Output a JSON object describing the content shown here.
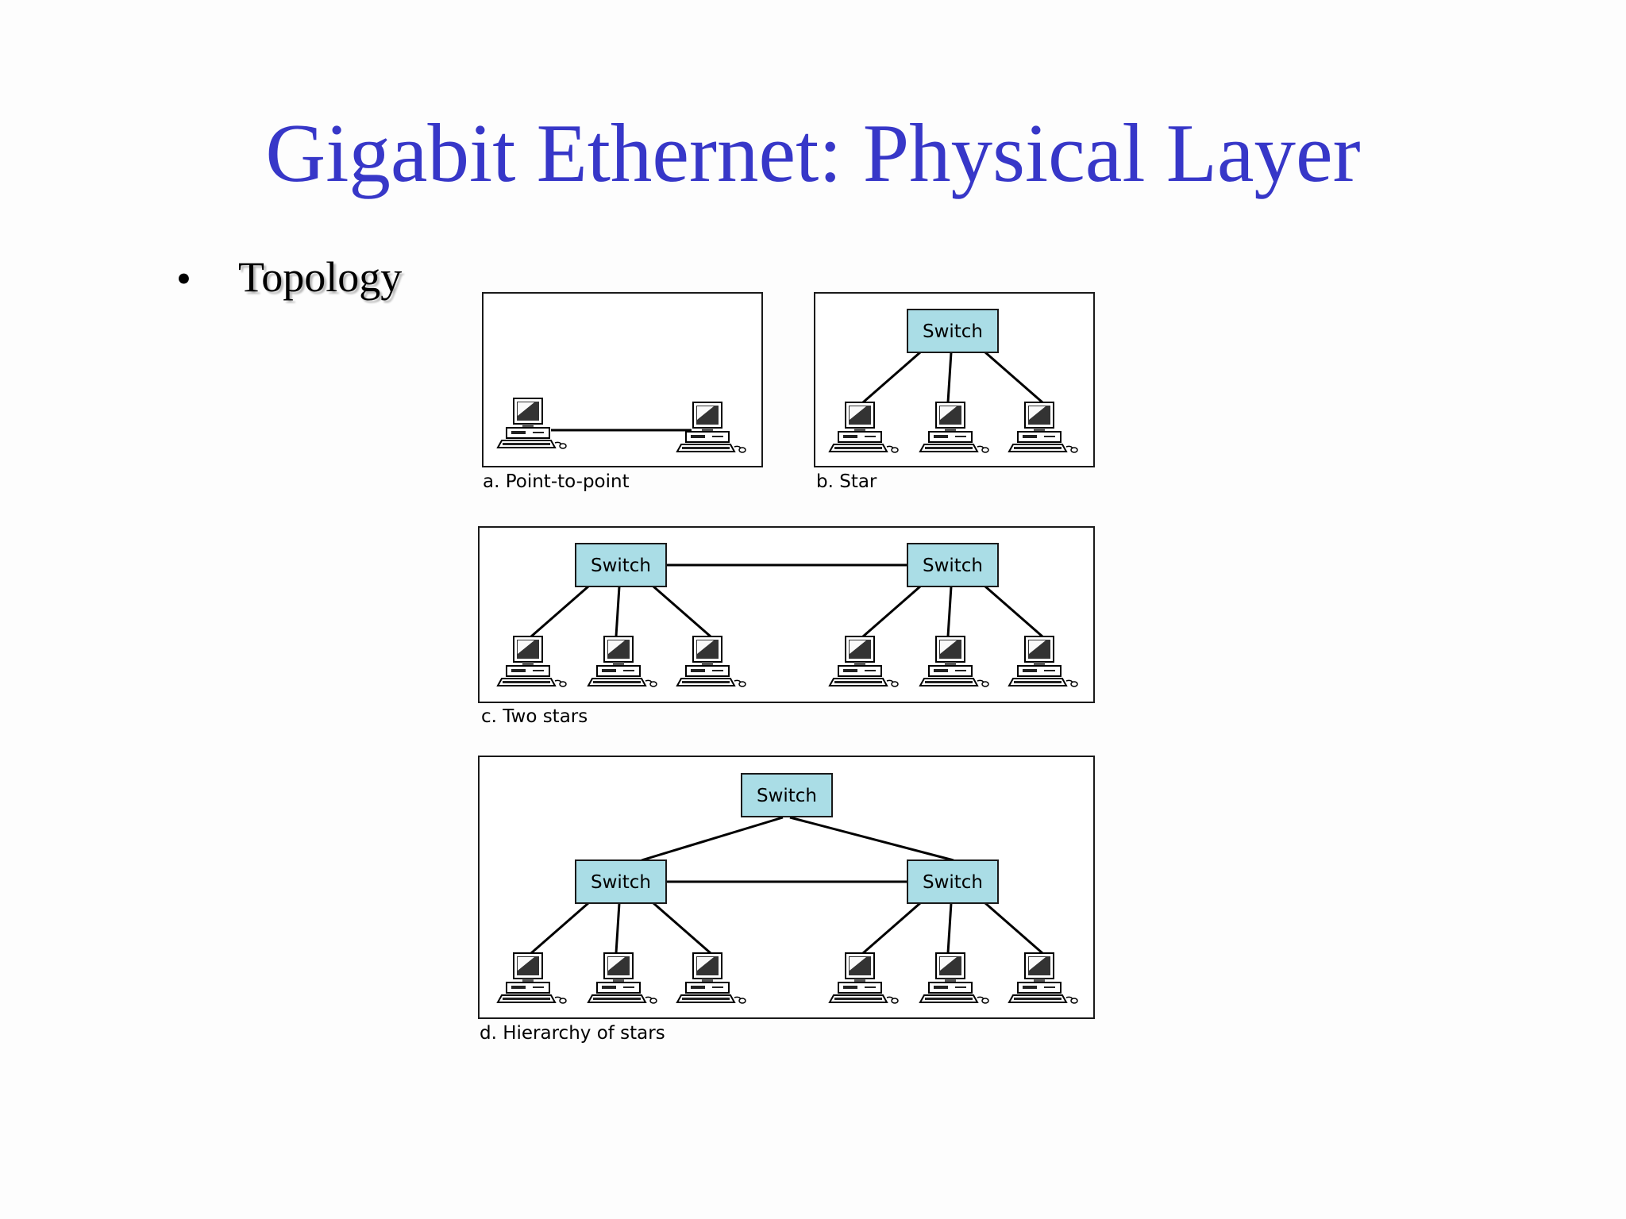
{
  "title": "Gigabit Ethernet: Physical Layer",
  "bullet": {
    "marker": "•",
    "text": "Topology"
  },
  "switch_label": "Switch",
  "topologies": {
    "a": {
      "caption": "a. Point-to-point"
    },
    "b": {
      "caption": "b. Star"
    },
    "c": {
      "caption": "c. Two stars"
    },
    "d": {
      "caption": "d. Hierarchy of stars"
    }
  },
  "colors": {
    "title": "#3737c8",
    "switch_fill": "#aadde6"
  },
  "icons": {
    "station": "desktop-computer-icon"
  }
}
